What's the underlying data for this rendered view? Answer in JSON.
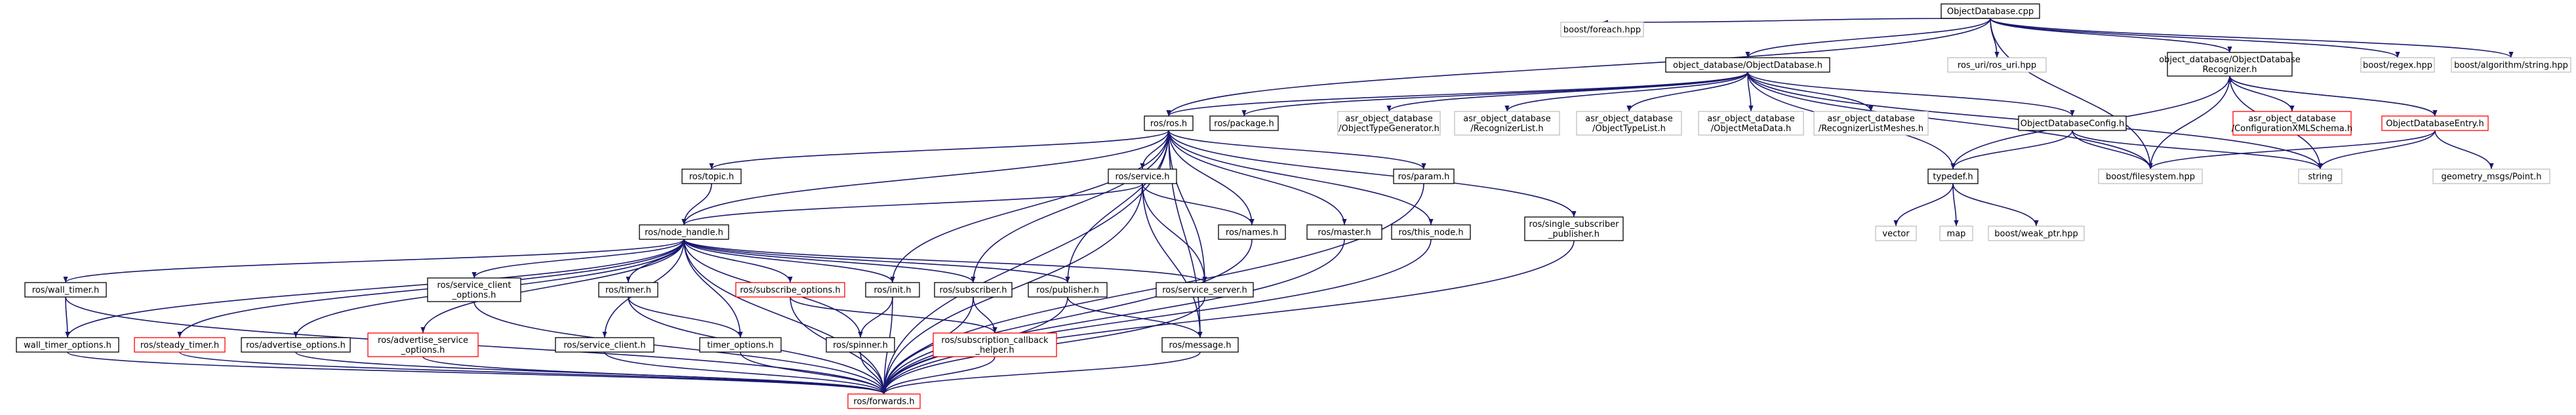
{
  "colors": {
    "background": "#ffffff",
    "edge": "#191970",
    "node_border": "#000000",
    "node_border_missing": "#bfbfbf",
    "node_border_incomplete": "#ff0000",
    "root_fill": "#bfbfbf",
    "text": "#000000"
  },
  "nodes": [
    {
      "id": "root",
      "lines": [
        "ObjectDatabase.cpp"
      ],
      "kind": "root"
    },
    {
      "id": "foreach",
      "lines": [
        "boost/foreach.hpp"
      ],
      "kind": "missing"
    },
    {
      "id": "od_h",
      "lines": [
        "object_database/ObjectDatabase.h"
      ],
      "kind": "normal"
    },
    {
      "id": "ros_uri",
      "lines": [
        "ros_uri/ros_uri.hpp"
      ],
      "kind": "missing"
    },
    {
      "id": "od_rec",
      "lines": [
        "object_database/ObjectDatabase",
        "Recognizer.h"
      ],
      "kind": "normal"
    },
    {
      "id": "regex",
      "lines": [
        "boost/regex.hpp"
      ],
      "kind": "missing"
    },
    {
      "id": "algo",
      "lines": [
        "boost/algorithm/string.hpp"
      ],
      "kind": "missing"
    },
    {
      "id": "ros",
      "lines": [
        "ros/ros.h"
      ],
      "kind": "normal"
    },
    {
      "id": "package",
      "lines": [
        "ros/package.h"
      ],
      "kind": "normal"
    },
    {
      "id": "typegen",
      "lines": [
        "asr_object_database",
        "/ObjectTypeGenerator.h"
      ],
      "kind": "missing"
    },
    {
      "id": "reclist",
      "lines": [
        "asr_object_database",
        "/RecognizerList.h"
      ],
      "kind": "missing"
    },
    {
      "id": "typelist",
      "lines": [
        "asr_object_database",
        "/ObjectTypeList.h"
      ],
      "kind": "missing"
    },
    {
      "id": "metadata",
      "lines": [
        "asr_object_database",
        "/ObjectMetaData.h"
      ],
      "kind": "missing"
    },
    {
      "id": "reclistmesh",
      "lines": [
        "asr_object_database",
        "/RecognizerListMeshes.h"
      ],
      "kind": "missing"
    },
    {
      "id": "odconfig",
      "lines": [
        "ObjectDatabaseConfig.h"
      ],
      "kind": "normal"
    },
    {
      "id": "confxml",
      "lines": [
        "asr_object_database",
        "/ConfigurationXMLSchema.h"
      ],
      "kind": "incomplete"
    },
    {
      "id": "odentry",
      "lines": [
        "ObjectDatabaseEntry.h"
      ],
      "kind": "incomplete"
    },
    {
      "id": "topic",
      "lines": [
        "ros/topic.h"
      ],
      "kind": "normal"
    },
    {
      "id": "service",
      "lines": [
        "ros/service.h"
      ],
      "kind": "normal"
    },
    {
      "id": "param",
      "lines": [
        "ros/param.h"
      ],
      "kind": "normal"
    },
    {
      "id": "single_sub",
      "lines": [
        "ros/single_subscriber",
        "_publisher.h"
      ],
      "kind": "normal"
    },
    {
      "id": "typedef",
      "lines": [
        "typedef.h"
      ],
      "kind": "normal"
    },
    {
      "id": "filesystem",
      "lines": [
        "boost/filesystem.hpp"
      ],
      "kind": "missing"
    },
    {
      "id": "string",
      "lines": [
        "string"
      ],
      "kind": "missing"
    },
    {
      "id": "point",
      "lines": [
        "geometry_msgs/Point.h"
      ],
      "kind": "missing"
    },
    {
      "id": "vector",
      "lines": [
        "vector"
      ],
      "kind": "missing"
    },
    {
      "id": "map",
      "lines": [
        "map"
      ],
      "kind": "missing"
    },
    {
      "id": "weakptr",
      "lines": [
        "boost/weak_ptr.hpp"
      ],
      "kind": "missing"
    },
    {
      "id": "node_handle",
      "lines": [
        "ros/node_handle.h"
      ],
      "kind": "normal"
    },
    {
      "id": "names",
      "lines": [
        "ros/names.h"
      ],
      "kind": "normal"
    },
    {
      "id": "master",
      "lines": [
        "ros/master.h"
      ],
      "kind": "normal"
    },
    {
      "id": "this_node",
      "lines": [
        "ros/this_node.h"
      ],
      "kind": "normal"
    },
    {
      "id": "wall_timer",
      "lines": [
        "ros/wall_timer.h"
      ],
      "kind": "normal"
    },
    {
      "id": "svc_client_opts",
      "lines": [
        "ros/service_client",
        "_options.h"
      ],
      "kind": "normal"
    },
    {
      "id": "timer",
      "lines": [
        "ros/timer.h"
      ],
      "kind": "normal"
    },
    {
      "id": "sub_opts",
      "lines": [
        "ros/subscribe_options.h"
      ],
      "kind": "incomplete"
    },
    {
      "id": "init",
      "lines": [
        "ros/init.h"
      ],
      "kind": "normal"
    },
    {
      "id": "subscriber",
      "lines": [
        "ros/subscriber.h"
      ],
      "kind": "normal"
    },
    {
      "id": "publisher",
      "lines": [
        "ros/publisher.h"
      ],
      "kind": "normal"
    },
    {
      "id": "svc_server",
      "lines": [
        "ros/service_server.h"
      ],
      "kind": "normal"
    },
    {
      "id": "wall_timer_opts",
      "lines": [
        "wall_timer_options.h"
      ],
      "kind": "normal"
    },
    {
      "id": "steady_timer",
      "lines": [
        "ros/steady_timer.h"
      ],
      "kind": "incomplete"
    },
    {
      "id": "adv_opts",
      "lines": [
        "ros/advertise_options.h"
      ],
      "kind": "normal"
    },
    {
      "id": "adv_svc_opts",
      "lines": [
        "ros/advertise_service",
        "_options.h"
      ],
      "kind": "incomplete"
    },
    {
      "id": "svc_client",
      "lines": [
        "ros/service_client.h"
      ],
      "kind": "normal"
    },
    {
      "id": "timer_opts",
      "lines": [
        "timer_options.h"
      ],
      "kind": "normal"
    },
    {
      "id": "spinner",
      "lines": [
        "ros/spinner.h"
      ],
      "kind": "normal"
    },
    {
      "id": "sub_cb_helper",
      "lines": [
        "ros/subscription_callback",
        "_helper.h"
      ],
      "kind": "incomplete"
    },
    {
      "id": "message",
      "lines": [
        "ros/message.h"
      ],
      "kind": "normal"
    },
    {
      "id": "forwards",
      "lines": [
        "ros/forwards.h"
      ],
      "kind": "incomplete"
    }
  ],
  "edges": [
    [
      "root",
      "foreach"
    ],
    [
      "root",
      "od_h"
    ],
    [
      "root",
      "ros_uri"
    ],
    [
      "root",
      "od_rec"
    ],
    [
      "root",
      "regex"
    ],
    [
      "root",
      "algo"
    ],
    [
      "root",
      "ros"
    ],
    [
      "root",
      "filesystem"
    ],
    [
      "od_h",
      "ros"
    ],
    [
      "od_h",
      "package"
    ],
    [
      "od_h",
      "typegen"
    ],
    [
      "od_h",
      "reclist"
    ],
    [
      "od_h",
      "typelist"
    ],
    [
      "od_h",
      "metadata"
    ],
    [
      "od_h",
      "reclistmesh"
    ],
    [
      "od_h",
      "odconfig"
    ],
    [
      "od_h",
      "typedef"
    ],
    [
      "od_h",
      "filesystem"
    ],
    [
      "od_h",
      "string"
    ],
    [
      "od_rec",
      "typedef"
    ],
    [
      "od_rec",
      "confxml"
    ],
    [
      "od_rec",
      "odentry"
    ],
    [
      "od_rec",
      "filesystem"
    ],
    [
      "od_rec",
      "string"
    ],
    [
      "odentry",
      "od_rec"
    ],
    [
      "odentry",
      "filesystem"
    ],
    [
      "odentry",
      "string"
    ],
    [
      "odentry",
      "point"
    ],
    [
      "odconfig",
      "typedef"
    ],
    [
      "odconfig",
      "filesystem"
    ],
    [
      "odconfig",
      "string"
    ],
    [
      "typedef",
      "vector"
    ],
    [
      "typedef",
      "map"
    ],
    [
      "typedef",
      "weakptr"
    ],
    [
      "ros",
      "topic"
    ],
    [
      "ros",
      "service"
    ],
    [
      "ros",
      "param"
    ],
    [
      "ros",
      "single_sub"
    ],
    [
      "ros",
      "node_handle"
    ],
    [
      "ros",
      "names"
    ],
    [
      "ros",
      "master"
    ],
    [
      "ros",
      "this_node"
    ],
    [
      "ros",
      "init"
    ],
    [
      "ros",
      "subscriber"
    ],
    [
      "ros",
      "publisher"
    ],
    [
      "ros",
      "svc_server"
    ],
    [
      "ros",
      "message"
    ],
    [
      "ros",
      "forwards"
    ],
    [
      "topic",
      "node_handle"
    ],
    [
      "service",
      "node_handle"
    ],
    [
      "service",
      "names"
    ],
    [
      "service",
      "svc_server"
    ],
    [
      "service",
      "message"
    ],
    [
      "service",
      "forwards"
    ],
    [
      "param",
      "forwards"
    ],
    [
      "single_sub",
      "forwards"
    ],
    [
      "names",
      "forwards"
    ],
    [
      "master",
      "forwards"
    ],
    [
      "this_node",
      "forwards"
    ],
    [
      "node_handle",
      "wall_timer"
    ],
    [
      "node_handle",
      "wall_timer_opts"
    ],
    [
      "node_handle",
      "steady_timer"
    ],
    [
      "node_handle",
      "adv_opts"
    ],
    [
      "node_handle",
      "adv_svc_opts"
    ],
    [
      "node_handle",
      "svc_client_opts"
    ],
    [
      "node_handle",
      "svc_client"
    ],
    [
      "node_handle",
      "timer"
    ],
    [
      "node_handle",
      "timer_opts"
    ],
    [
      "node_handle",
      "sub_opts"
    ],
    [
      "node_handle",
      "spinner"
    ],
    [
      "node_handle",
      "init"
    ],
    [
      "node_handle",
      "subscriber"
    ],
    [
      "node_handle",
      "publisher"
    ],
    [
      "node_handle",
      "svc_server"
    ],
    [
      "node_handle",
      "forwards"
    ],
    [
      "wall_timer",
      "wall_timer_opts"
    ],
    [
      "wall_timer",
      "forwards"
    ],
    [
      "wall_timer_opts",
      "forwards"
    ],
    [
      "steady_timer",
      "forwards"
    ],
    [
      "adv_opts",
      "forwards"
    ],
    [
      "adv_svc_opts",
      "forwards"
    ],
    [
      "svc_client_opts",
      "forwards"
    ],
    [
      "svc_client",
      "forwards"
    ],
    [
      "timer",
      "timer_opts"
    ],
    [
      "timer",
      "forwards"
    ],
    [
      "timer_opts",
      "forwards"
    ],
    [
      "sub_opts",
      "sub_cb_helper"
    ],
    [
      "sub_opts",
      "forwards"
    ],
    [
      "init",
      "spinner"
    ],
    [
      "init",
      "forwards"
    ],
    [
      "spinner",
      "forwards"
    ],
    [
      "subscriber",
      "sub_cb_helper"
    ],
    [
      "subscriber",
      "forwards"
    ],
    [
      "sub_cb_helper",
      "forwards"
    ],
    [
      "publisher",
      "message"
    ],
    [
      "publisher",
      "forwards"
    ],
    [
      "svc_server",
      "forwards"
    ],
    [
      "message",
      "forwards"
    ]
  ]
}
